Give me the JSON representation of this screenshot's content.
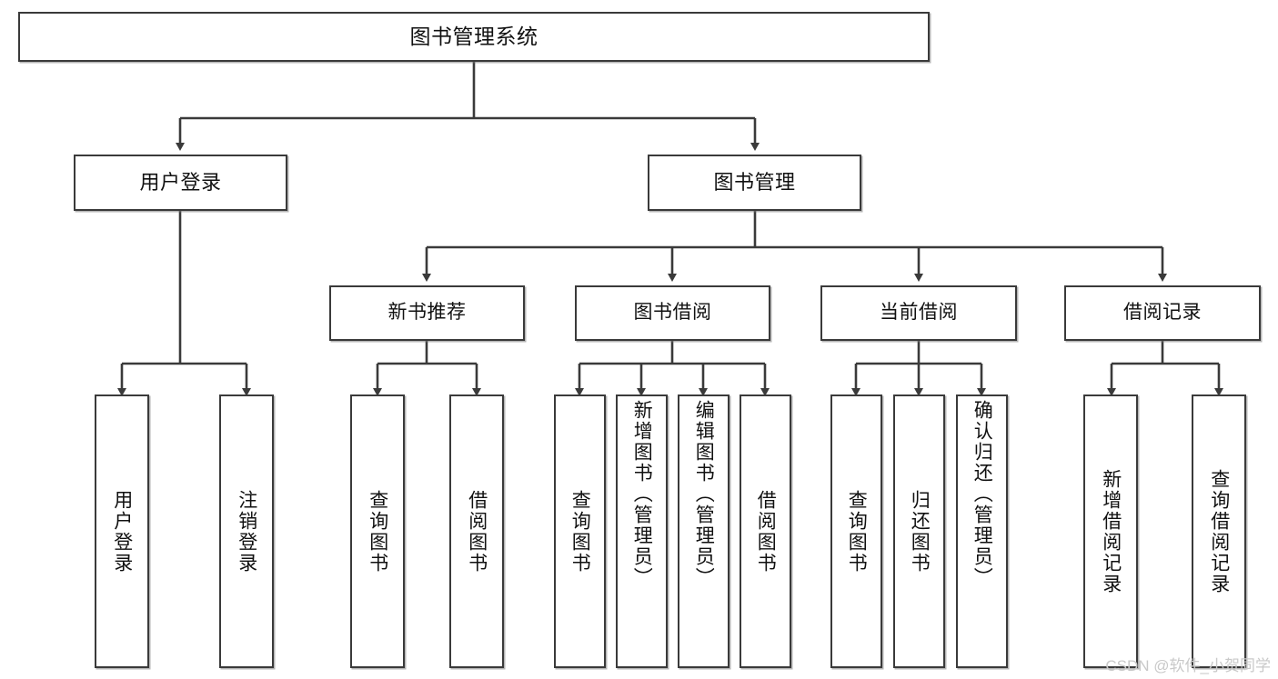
{
  "diagram": {
    "title": "图书管理系统",
    "type": "functional-structure-tree",
    "root": {
      "label": "图书管理系统"
    },
    "level2": [
      {
        "label": "用户登录"
      },
      {
        "label": "图书管理"
      }
    ],
    "level3": [
      {
        "label": "新书推荐"
      },
      {
        "label": "图书借阅"
      },
      {
        "label": "当前借阅"
      },
      {
        "label": "借阅记录"
      }
    ],
    "leaves": {
      "user_login": [
        {
          "label": "用户登录"
        },
        {
          "label": "注销登录"
        }
      ],
      "new_book_recommend": [
        {
          "label": "查询图书"
        },
        {
          "label": "借阅图书"
        }
      ],
      "book_borrow": [
        {
          "label": "查询图书"
        },
        {
          "label": "新增图书（管理员）"
        },
        {
          "label": "编辑图书（管理员）"
        },
        {
          "label": "借阅图书"
        }
      ],
      "current_borrow": [
        {
          "label": "查询图书"
        },
        {
          "label": "归还图书"
        },
        {
          "label": "确认归还（管理员）"
        }
      ],
      "borrow_records": [
        {
          "label": "新增借阅记录"
        },
        {
          "label": "查询借阅记录"
        }
      ]
    }
  },
  "watermark": {
    "text": "CSDN @软件_小贺同学"
  },
  "colors": {
    "border": "#3a3a3a",
    "text": "#111111",
    "background": "#ffffff",
    "watermark": "#c9c9c9"
  }
}
